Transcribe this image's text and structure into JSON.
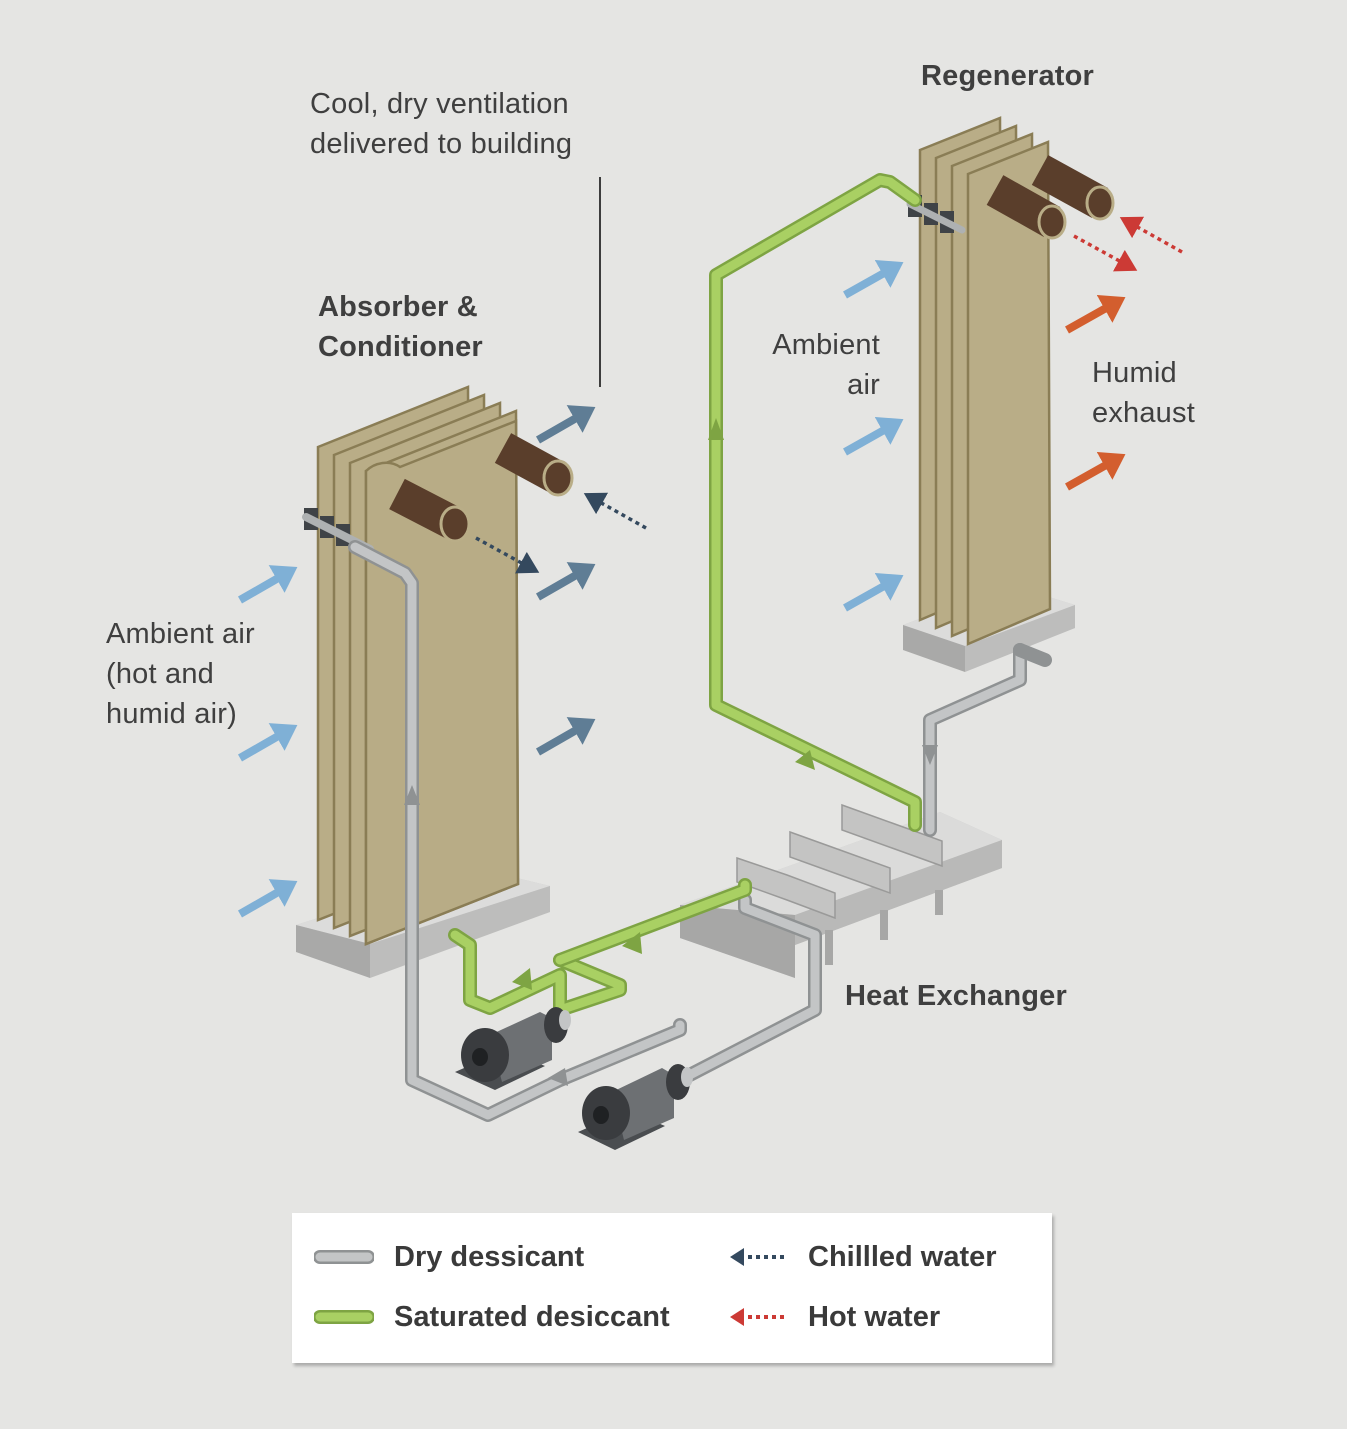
{
  "labels": {
    "regenerator": "Regenerator",
    "cool_dry_line1": "Cool, dry ventilation",
    "cool_dry_line2": "delivered to building",
    "absorber_line1": "Absorber &",
    "absorber_line2": "Conditioner",
    "ambient_regen_line1": "Ambient",
    "ambient_regen_line2": "air",
    "humid_line1": "Humid",
    "humid_line2": "exhaust",
    "ambient_abs_line1": "Ambient air",
    "ambient_abs_line2": "(hot and",
    "ambient_abs_line3": "humid air)",
    "heat_exchanger": "Heat Exchanger"
  },
  "legend": {
    "items": [
      {
        "label": "Dry dessicant",
        "icon": "gray-line"
      },
      {
        "label": "Saturated desiccant",
        "icon": "green-line"
      },
      {
        "label": "Chillled water",
        "icon": "dotted-navy-arrow"
      },
      {
        "label": "Hot water",
        "icon": "dotted-red-arrow"
      }
    ]
  },
  "colors": {
    "background": "#e5e5e3",
    "panel": "#b9ad87",
    "panel_edge": "#8a7d55",
    "dry_desiccant": "#aeb1b2",
    "saturated_desiccant": "#9cc45a",
    "chilled_water": "#34495e",
    "hot_water": "#cc3a35",
    "ambient_air": "#7fb0d6",
    "cool_air": "#5f7d95",
    "humid_exhaust": "#d35e2e",
    "water_pipe": "#5a3e2b"
  }
}
